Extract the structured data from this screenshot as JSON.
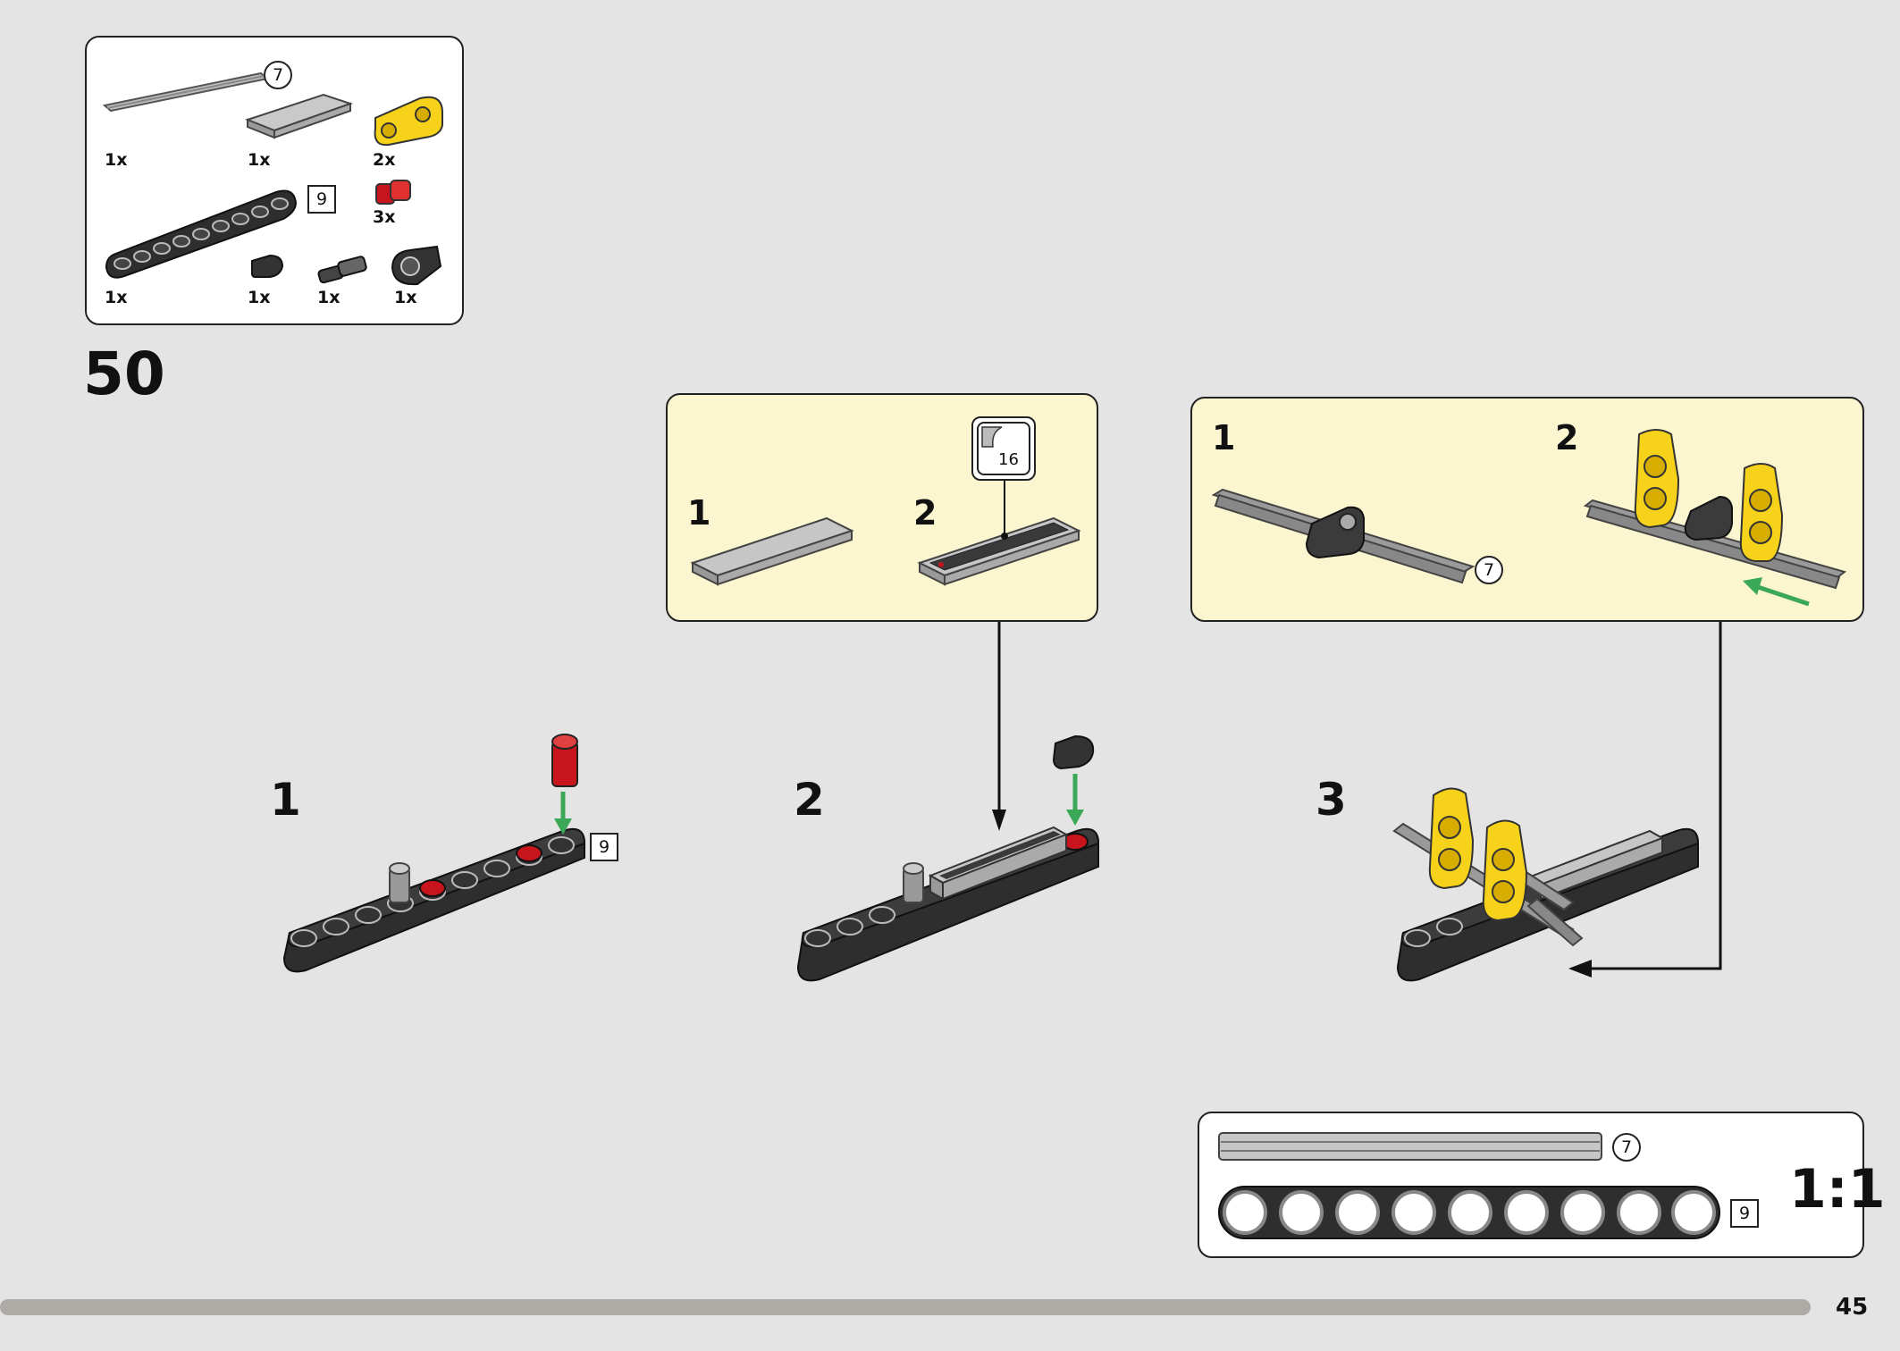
{
  "parts_list": {
    "items": [
      {
        "part": "axle",
        "qty": "1x",
        "length": "7"
      },
      {
        "part": "flat-tile",
        "qty": "1x"
      },
      {
        "part": "yellow-beam-connector",
        "qty": "2x"
      },
      {
        "part": "red-pin",
        "qty": "3x"
      },
      {
        "part": "beam",
        "qty": "1x",
        "length": "9"
      },
      {
        "part": "round-tile",
        "qty": "1x"
      },
      {
        "part": "pin-connector",
        "qty": "1x"
      },
      {
        "part": "axle-connector",
        "qty": "1x"
      }
    ]
  },
  "step_number": "50",
  "callout_a": {
    "sub1": "1",
    "sub2": "2",
    "sticker_number": "16"
  },
  "callout_b": {
    "sub1": "1",
    "sub2": "2",
    "axle_length": "7"
  },
  "substeps": [
    {
      "number": "1",
      "beam_length": "9"
    },
    {
      "number": "2"
    },
    {
      "number": "3"
    }
  ],
  "scale_guide": {
    "axle_length": "7",
    "beam_length": "9",
    "scale": "1:1"
  },
  "page_number": "45",
  "colors": {
    "background": "#e4e4e4",
    "callout": "#fcf6d0",
    "arrow": "#3aa857",
    "part_yellow": "#f7d21a",
    "part_red": "#c8141c",
    "part_dark": "#2e2e2e"
  }
}
